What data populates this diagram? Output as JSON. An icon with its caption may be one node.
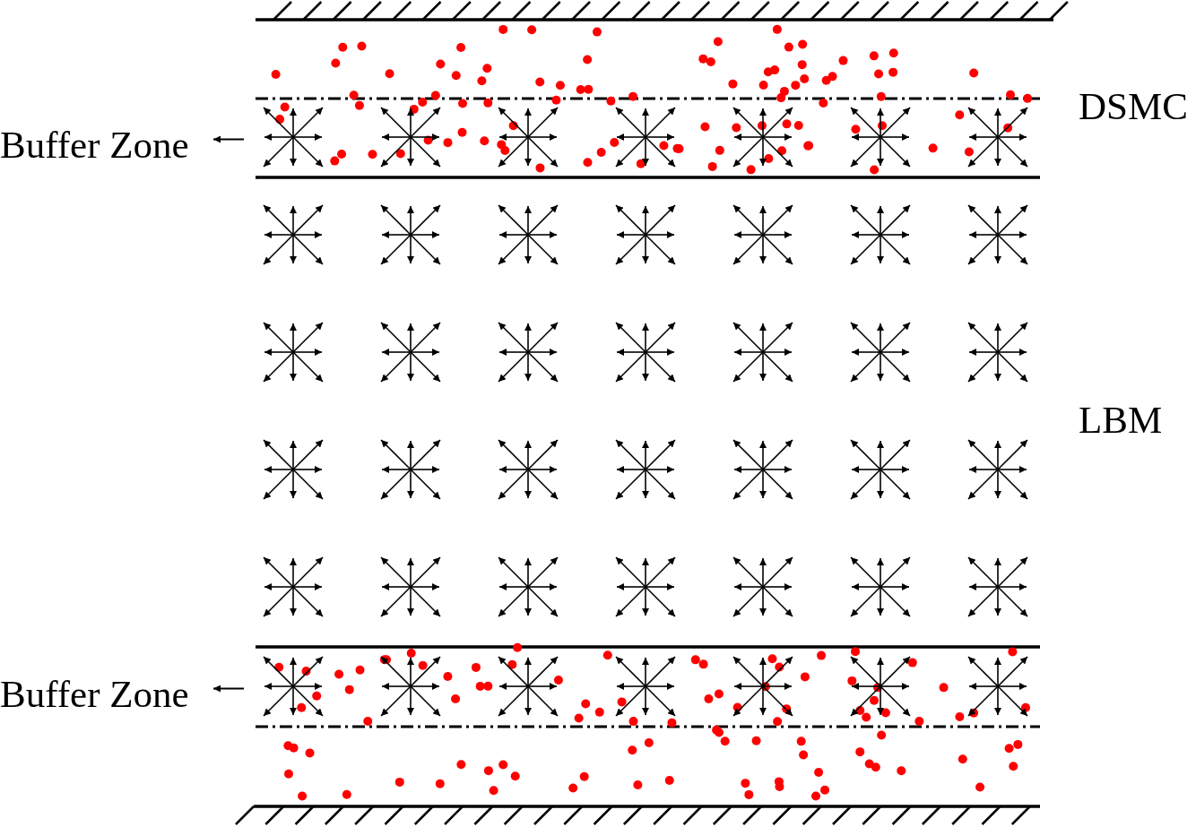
{
  "diagram": {
    "nodes": [
      {
        "text": [
          "Buffer Zone"
        ]
      },
      {
        "text": [
          "Buffer Zone"
        ]
      }
    ],
    "edges": [
      {
        "from": null,
        "to": 0,
        "arrow": "to"
      },
      {
        "from": null,
        "to": 1,
        "arrow": "to"
      }
    ],
    "labels": [
      "DSMC",
      "LBM"
    ]
  }
}
